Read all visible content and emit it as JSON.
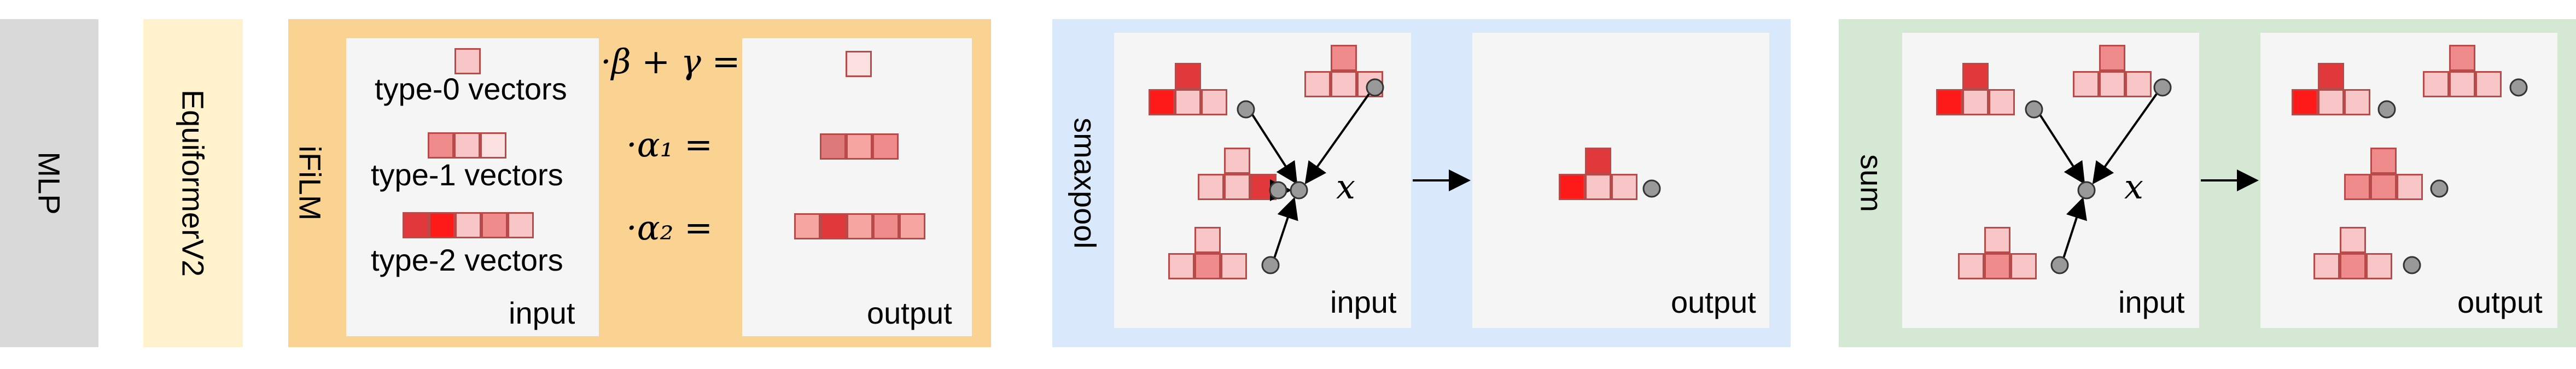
{
  "blocks": {
    "mlp": "MLP",
    "equiformer": "EquiformerV2",
    "ifilm": "iFiLM",
    "smaxpool": "smaxpool",
    "sum": "sum"
  },
  "ifilm_panel": {
    "type0": "type-0 vectors",
    "type1": "type-1 vectors",
    "type2": "type-2 vectors",
    "eq_beta": "·β + γ =",
    "eq_alpha1": "·α₁ =",
    "eq_alpha2": "·α₂ =",
    "input": "input",
    "output": "output"
  },
  "smaxpool_panel": {
    "x": "x",
    "input": "input",
    "output": "output"
  },
  "sum_panel": {
    "x": "x",
    "input": "input",
    "output": "output"
  },
  "colors": {
    "mlp_bg": "#d9d9d9",
    "equiformer_bg": "#fff2cc",
    "ifilm_bg": "#fad292",
    "smaxpool_bg": "#dae8fc",
    "sum_bg": "#d5e8d4",
    "panel_bg": "#f5f5f5",
    "cell_border": "#b94a4a",
    "node": "#999999"
  }
}
